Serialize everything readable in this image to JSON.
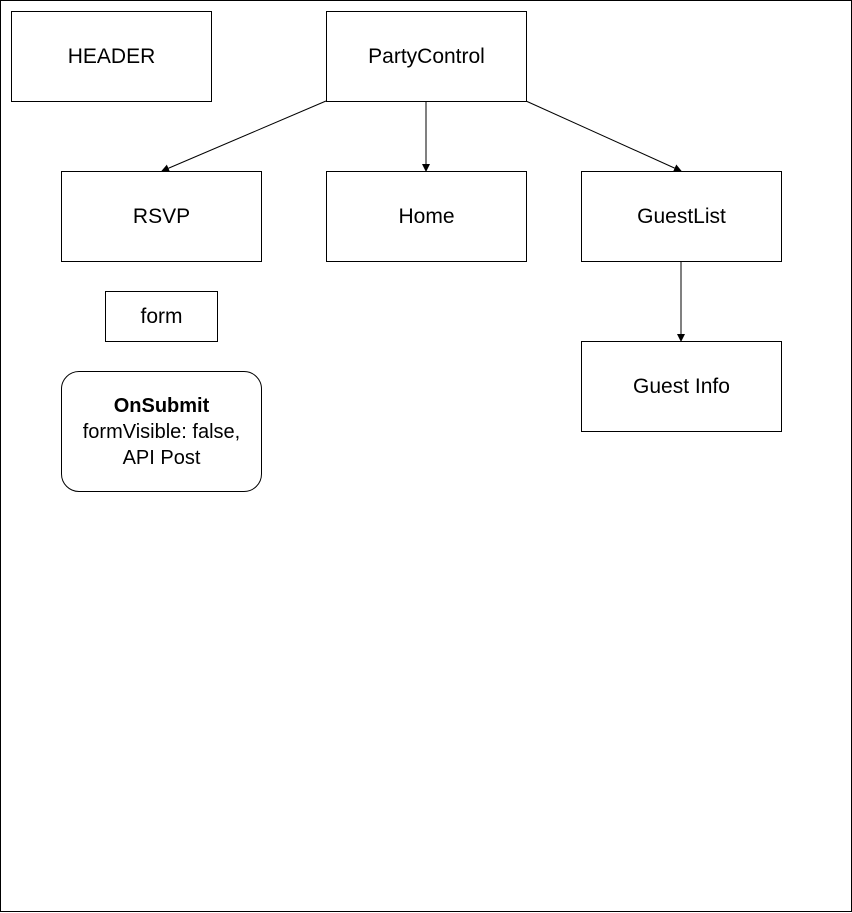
{
  "nodes": {
    "header": {
      "label": "HEADER"
    },
    "party_control": {
      "label": "PartyControl"
    },
    "rsvp": {
      "label": "RSVP"
    },
    "home": {
      "label": "Home"
    },
    "guest_list": {
      "label": "GuestList"
    },
    "form": {
      "label": "form"
    },
    "guest_info": {
      "label": "Guest Info"
    },
    "on_submit": {
      "title": "OnSubmit",
      "line1": "formVisible: false,",
      "line2": "API Post"
    }
  },
  "edges": [
    {
      "from": "PartyControl",
      "to": "RSVP"
    },
    {
      "from": "PartyControl",
      "to": "Home"
    },
    {
      "from": "PartyControl",
      "to": "GuestList"
    },
    {
      "from": "GuestList",
      "to": "Guest Info"
    }
  ],
  "colors": {
    "stroke": "#000000",
    "fill": "#ffffff"
  }
}
